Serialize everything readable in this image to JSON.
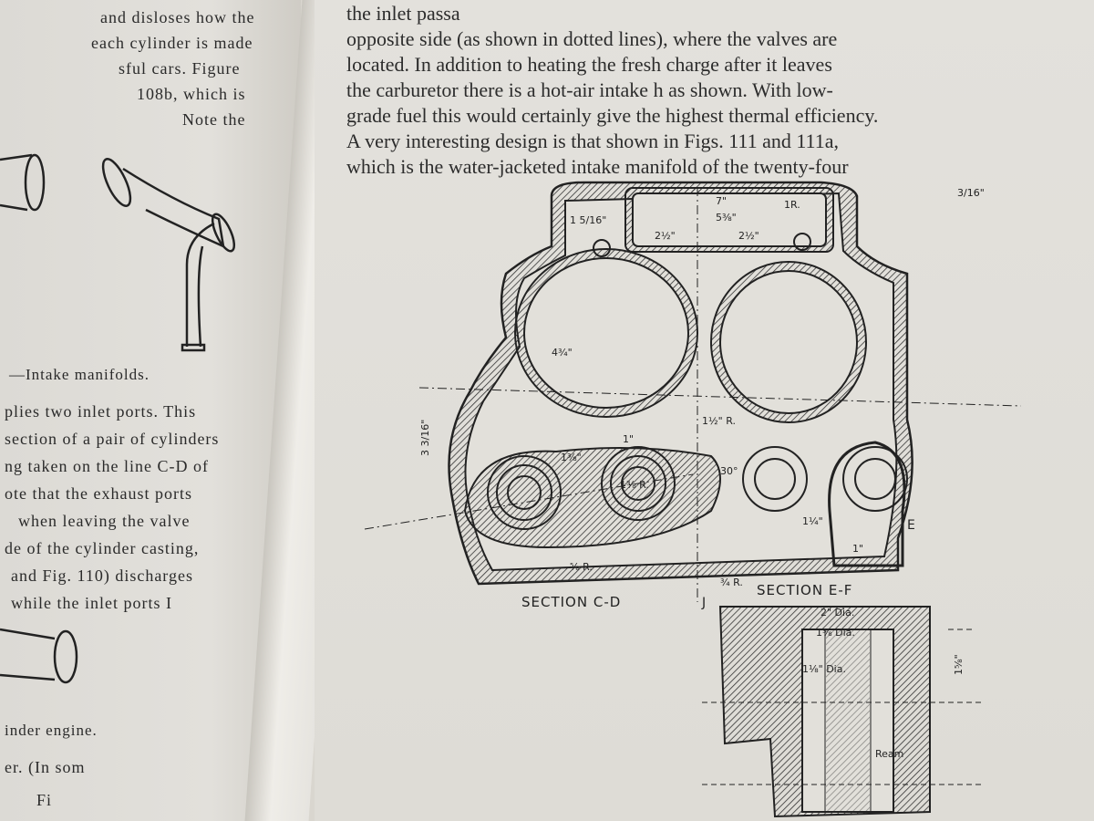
{
  "left_page": {
    "lines": [
      "and disloses how the",
      "each cylinder is made",
      "sful cars. Figure",
      "108b, which is",
      "Note the",
      "—Intake manifolds.",
      "plies two inlet ports. This",
      "section of a pair of cylinders",
      "ng taken on the line C-D of",
      "ote that the exhaust ports",
      "when leaving the valve",
      "de of the cylinder casting,",
      "and Fig. 110) discharges",
      "while the inlet ports I",
      "inder engine.",
      "er.  (In som",
      "Fi"
    ]
  },
  "right_page": {
    "lines": [
      "the inlet passa",
      "opposite side (as shown in dotted lines), where the valves are",
      "located.  In addition to heating the fresh charge after it leaves",
      "the carburetor there is a hot-air intake h as shown.   With low-",
      "grade fuel this would certainly give the highest thermal efficiency.",
      "A very interesting design is that shown in Figs. 111 and 111a,",
      "which is the water-jacketed intake manifold of the twenty-four"
    ]
  },
  "figure": {
    "section_cd": "SECTION C-D",
    "section_ef": "SECTION E-F",
    "label_e": "E",
    "label_j": "J",
    "dims": [
      "7\"",
      "5⅜\"",
      "2½\"",
      "2½\"",
      "3/16\"",
      "1R.",
      "1 5/16\"",
      "4¾\"",
      "1⅜\"",
      "1\"",
      "1⅜ R.",
      "1½\" R.",
      "30°",
      "3 3/16\"",
      "1¼\"",
      "¾ R.",
      "2\" Dia.",
      "1⅜ Dia.",
      "1⅛\" Dia.",
      "Ream",
      "1⅝\"",
      "⅝ R.",
      "1\""
    ]
  }
}
